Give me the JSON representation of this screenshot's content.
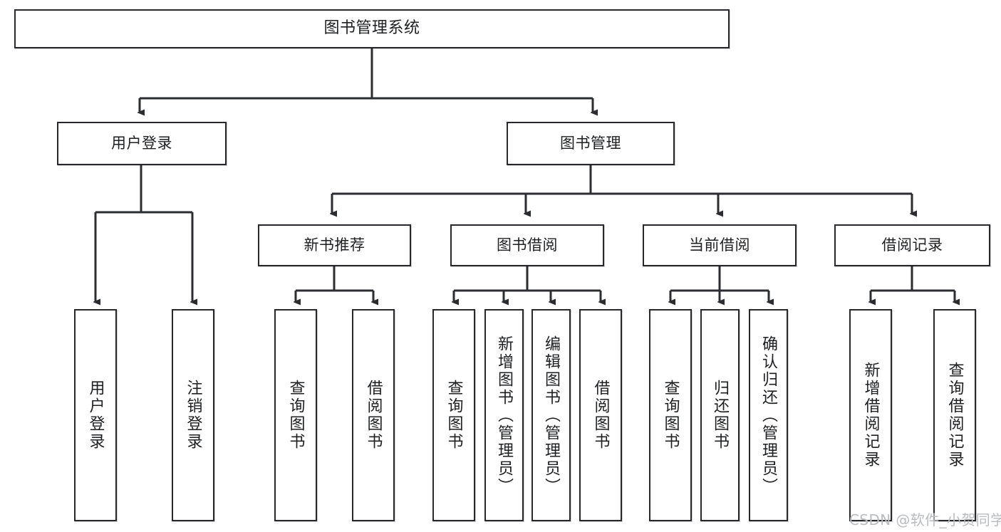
{
  "diagram": {
    "title": "图书管理系统",
    "type": "tree-hierarchy-diagram",
    "colors": {
      "box_border": "#26282b",
      "box_fill": "#ffffff",
      "connector": "#2b2d30",
      "text": "#1d1f21",
      "watermark": "#b9bcbf"
    },
    "root": {
      "label": "图书管理系统"
    },
    "level2": [
      {
        "label": "用户登录"
      },
      {
        "label": "图书管理"
      }
    ],
    "level3": [
      {
        "label": "新书推荐"
      },
      {
        "label": "图书借阅"
      },
      {
        "label": "当前借阅"
      },
      {
        "label": "借阅记录"
      }
    ],
    "leaves": {
      "user_login": [
        {
          "label": "用户登录"
        },
        {
          "label": "注销登录"
        }
      ],
      "new_book_recommend": [
        {
          "label": "查询图书"
        },
        {
          "label": "借阅图书"
        }
      ],
      "book_borrow": [
        {
          "label": "查询图书"
        },
        {
          "label": "新增图书（管理员）"
        },
        {
          "label": "编辑图书（管理员）"
        },
        {
          "label": "借阅图书"
        }
      ],
      "current_borrow": [
        {
          "label": "查询图书"
        },
        {
          "label": "归还图书"
        },
        {
          "label": "确认归还（管理员）"
        }
      ],
      "borrow_record": [
        {
          "label": "新增借阅记录"
        },
        {
          "label": "查询借阅记录"
        }
      ]
    }
  },
  "watermark": {
    "text": "CSDN @软件_小贺同学"
  }
}
